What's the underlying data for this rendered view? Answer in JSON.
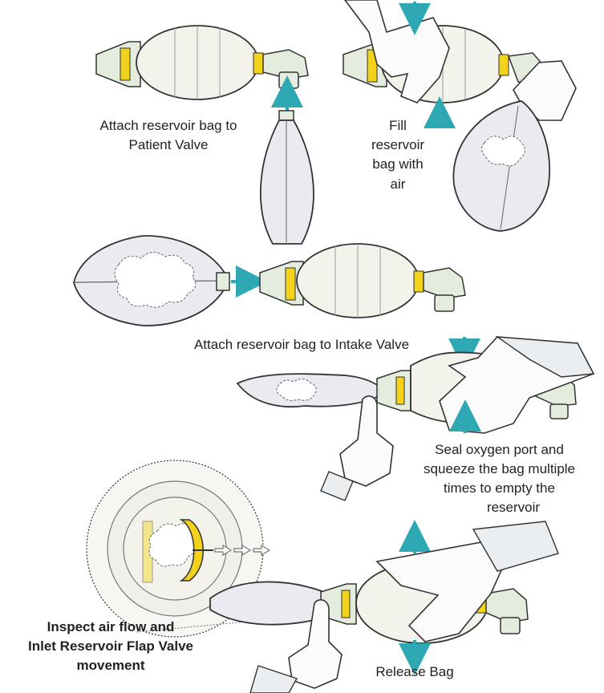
{
  "colors": {
    "bag_fill": "#f3f3ec",
    "bag_stroke": "#333333",
    "valve_yellow": "#f2d21b",
    "valve_green": "#e4eddd",
    "arrow_teal": "#2ea9b3",
    "skin": "#fbfbfb",
    "sleeve": "#ebeef1",
    "reservoir_fill": "#eaeaf0"
  },
  "labels": {
    "attach_patient_l1": "Attach reservoir bag to",
    "attach_patient_l2": "Patient Valve",
    "fill_l1": "Fill",
    "fill_l2": "reservoir",
    "fill_l3": "bag with",
    "fill_l4": "air",
    "attach_intake": "Attach reservoir bag to Intake Valve",
    "seal_l1": "Seal oxygen port and",
    "seal_l2": "squeeze the bag multiple",
    "seal_l3": "times to empty the",
    "seal_l4": "reservoir",
    "inspect_l1": "Inspect air flow and",
    "inspect_l2": "Inlet Reservoir Flap Valve",
    "inspect_l3": "movement",
    "release": "Release Bag"
  },
  "icons": [
    "arrow-up-icon",
    "arrow-down-icon",
    "arrow-right-icon",
    "hand-icon",
    "finger-icon"
  ]
}
